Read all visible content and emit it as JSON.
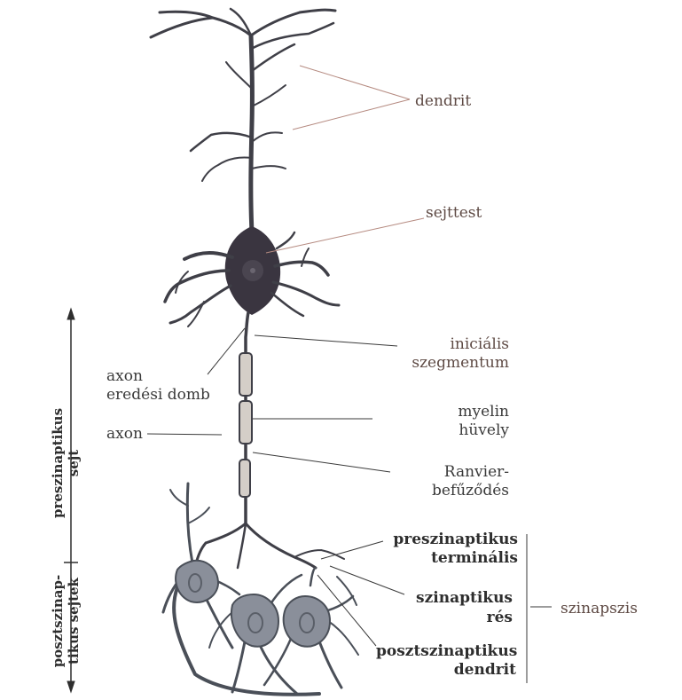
{
  "labels": {
    "dendrit_top": "dendrit",
    "sejttest": "sejttest",
    "inicialis_1": "iniciális",
    "inicialis_2": "szegmentum",
    "axon_domb_1": "axon",
    "axon_domb_2": "eredési domb",
    "axon": "axon",
    "myelin_1": "myelin",
    "myelin_2": "hüvely",
    "ranvier_1": "Ranvier-",
    "ranvier_2": "befűződés",
    "presz_term_1": "preszinaptikus",
    "presz_term_2": "terminális",
    "rés_1": "szinaptikus",
    "rés_2": "rés",
    "poszt_dendrit_1": "posztszinaptikus",
    "poszt_dendrit_2": "dendrit",
    "szinapszis": "szinapszis",
    "presz_sejt_1": "preszinaptikus",
    "presz_sejt_2": "sejt",
    "poszt_sejt_1": "posztszinap-",
    "poszt_sejt_2": "tikus sejtek"
  },
  "colors": {
    "neuron_fill": "#3f3f47",
    "soma_fill": "#3a3540",
    "nucleus": "#5a5560",
    "post_cell_fill": "#8a8f9a",
    "myelin": "#d4cec8",
    "leader_light": "#b58a80",
    "leader_dark": "#3a3a3a"
  }
}
